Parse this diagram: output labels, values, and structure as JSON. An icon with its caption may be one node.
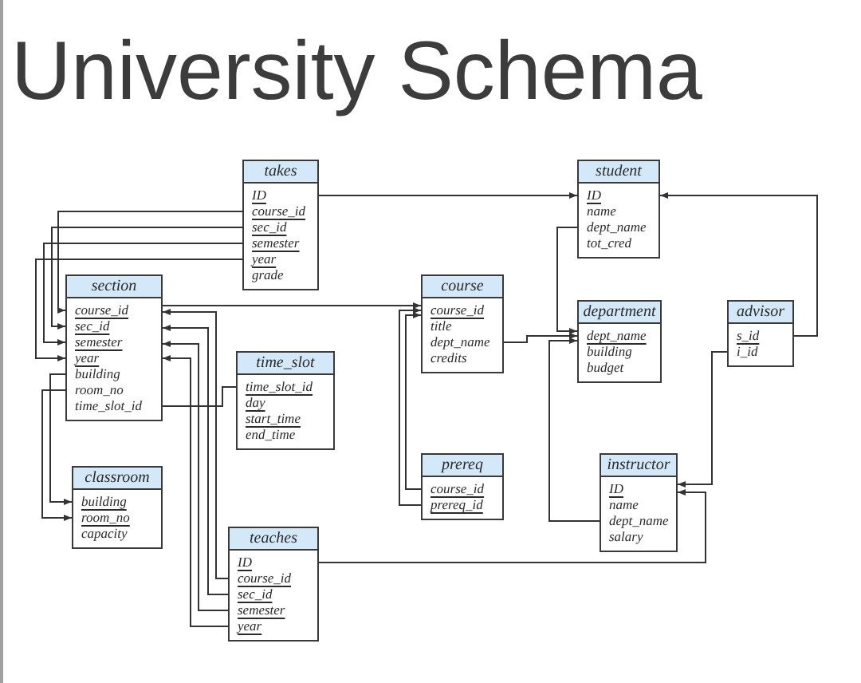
{
  "diagram": {
    "title": "University Schema",
    "nodes": [
      {
        "text": [
          "takes",
          "ID",
          "course_id",
          "sec_id",
          "semester",
          "year",
          "grade"
        ]
      },
      {
        "text": [
          "student",
          "ID",
          "name",
          "dept_name",
          "tot_cred"
        ]
      },
      {
        "text": [
          "section",
          "course_id",
          "sec_id",
          "semester",
          "year",
          "building",
          "room_no",
          "time_slot_id"
        ]
      },
      {
        "text": [
          "course",
          "course_id",
          "title",
          "dept_name",
          "credits"
        ]
      },
      {
        "text": [
          "department",
          "dept_name",
          "building",
          "budget"
        ]
      },
      {
        "text": [
          "advisor",
          "s_id",
          "i_id"
        ]
      },
      {
        "text": [
          "time_slot",
          "time_slot_id",
          "day",
          "start_time",
          "end_time"
        ]
      },
      {
        "text": [
          "classroom",
          "building",
          "room_no",
          "capacity"
        ]
      },
      {
        "text": [
          "prereq",
          "course_id",
          "prereq_id"
        ]
      },
      {
        "text": [
          "instructor",
          "ID",
          "name",
          "dept_name",
          "salary"
        ]
      },
      {
        "text": [
          "teaches",
          "ID",
          "course_id",
          "sec_id",
          "semester",
          "year"
        ]
      }
    ],
    "edges": [
      {
        "from": 0,
        "to": 1,
        "arrow": "to"
      },
      {
        "from": 0,
        "to": 2,
        "arrow": "to"
      },
      {
        "from": 0,
        "to": 2,
        "arrow": "to"
      },
      {
        "from": 0,
        "to": 2,
        "arrow": "to"
      },
      {
        "from": 0,
        "to": 2,
        "arrow": "to"
      },
      {
        "from": 2,
        "to": 3,
        "arrow": "to"
      },
      {
        "from": 2,
        "to": 7,
        "arrow": "to"
      },
      {
        "from": 2,
        "to": 7,
        "arrow": "to"
      },
      {
        "from": 2,
        "to": 6,
        "arrow": "none"
      },
      {
        "from": 10,
        "to": 2,
        "arrow": "to"
      },
      {
        "from": 10,
        "to": 2,
        "arrow": "to"
      },
      {
        "from": 10,
        "to": 2,
        "arrow": "to"
      },
      {
        "from": 10,
        "to": 2,
        "arrow": "to"
      },
      {
        "from": 10,
        "to": 9,
        "arrow": "to"
      },
      {
        "from": 1,
        "to": 4,
        "arrow": "to"
      },
      {
        "from": 3,
        "to": 4,
        "arrow": "to"
      },
      {
        "from": 9,
        "to": 4,
        "arrow": "to"
      },
      {
        "from": 5,
        "to": 1,
        "arrow": "to"
      },
      {
        "from": 5,
        "to": 9,
        "arrow": "to"
      },
      {
        "from": 8,
        "to": 3,
        "arrow": "to"
      },
      {
        "from": 8,
        "to": 3,
        "arrow": "to"
      }
    ]
  }
}
